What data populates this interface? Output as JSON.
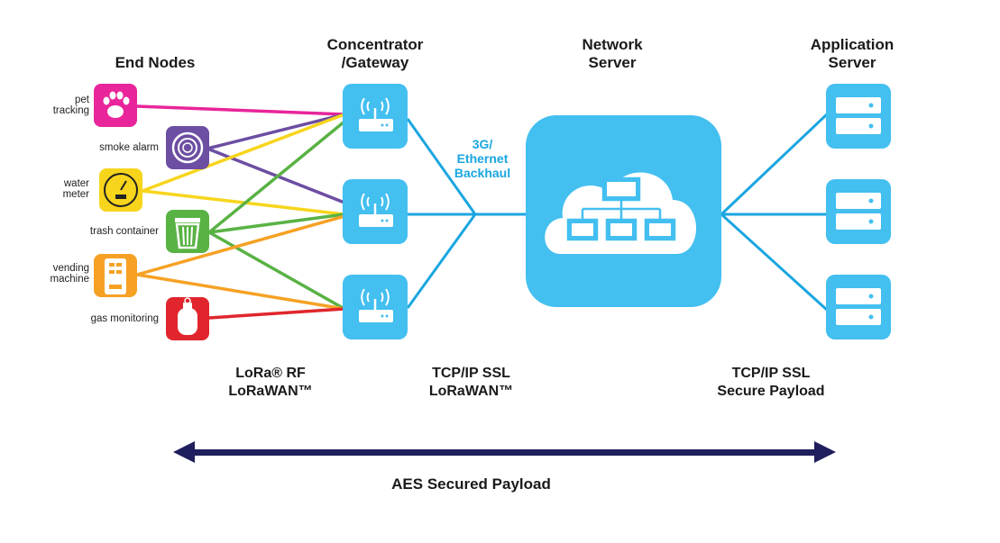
{
  "headers": {
    "end_nodes": "End Nodes",
    "gateway_line1": "Concentrator",
    "gateway_line2": "/Gateway",
    "network_line1": "Network",
    "network_line2": "Server",
    "app_line1": "Application",
    "app_line2": "Server"
  },
  "end_nodes": [
    {
      "label_line1": "pet",
      "label_line2": "tracking",
      "color": "#e8259a",
      "icon": "paw-icon"
    },
    {
      "label_line1": "smoke alarm",
      "label_line2": "",
      "color": "#6c4ea2",
      "icon": "smoke-alarm-icon"
    },
    {
      "label_line1": "water",
      "label_line2": "meter",
      "color": "#f7d51c",
      "icon": "meter-icon"
    },
    {
      "label_line1": "trash container",
      "label_line2": "",
      "color": "#59b244",
      "icon": "trash-icon"
    },
    {
      "label_line1": "vending",
      "label_line2": "machine",
      "color": "#f6a124",
      "icon": "vending-icon"
    },
    {
      "label_line1": "gas monitoring",
      "label_line2": "",
      "color": "#e0262c",
      "icon": "gas-tank-icon"
    }
  ],
  "backhaul": {
    "line1": "3G/",
    "line2": "Ethernet",
    "line3": "Backhaul"
  },
  "bottom": {
    "lora_line1": "LoRa® RF",
    "lora_line2": "LoRaWAN™",
    "tcp1_line1": "TCP/IP SSL",
    "tcp1_line2": "LoRaWAN™",
    "tcp2_line1": "TCP/IP SSL",
    "tcp2_line2": "Secure Payload",
    "aes": "AES Secured Payload"
  },
  "colors": {
    "accent_blue": "#43bff0",
    "link_blue": "#1aa6e0",
    "arrow_navy": "#1f1f5e"
  }
}
